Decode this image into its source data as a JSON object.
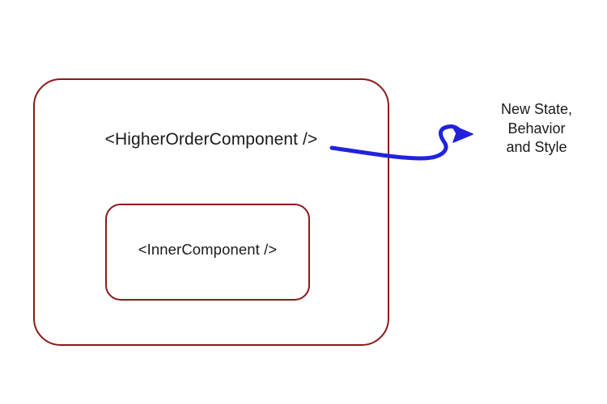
{
  "diagram": {
    "title": "Higher Order Component wrapping diagram",
    "background_color": "#ffffff",
    "box_border_color": "#8B1A1A",
    "arrow_color": "#2222DD",
    "text_color": "#1a1a1a",
    "outer_box": {
      "label": "<HigherOrderComponent />",
      "name": "higher-order-component"
    },
    "inner_box": {
      "label": "<InnerComponent />",
      "name": "inner-component"
    },
    "annotation": {
      "name": "new-state-behavior-style",
      "lines": [
        "New State,",
        "Behavior",
        "and Style"
      ]
    },
    "connector": {
      "name": "curved-arrow",
      "from": "higher-order-component",
      "to": "new-state-behavior-style",
      "style": "hand-drawn-curved-arrow"
    }
  }
}
